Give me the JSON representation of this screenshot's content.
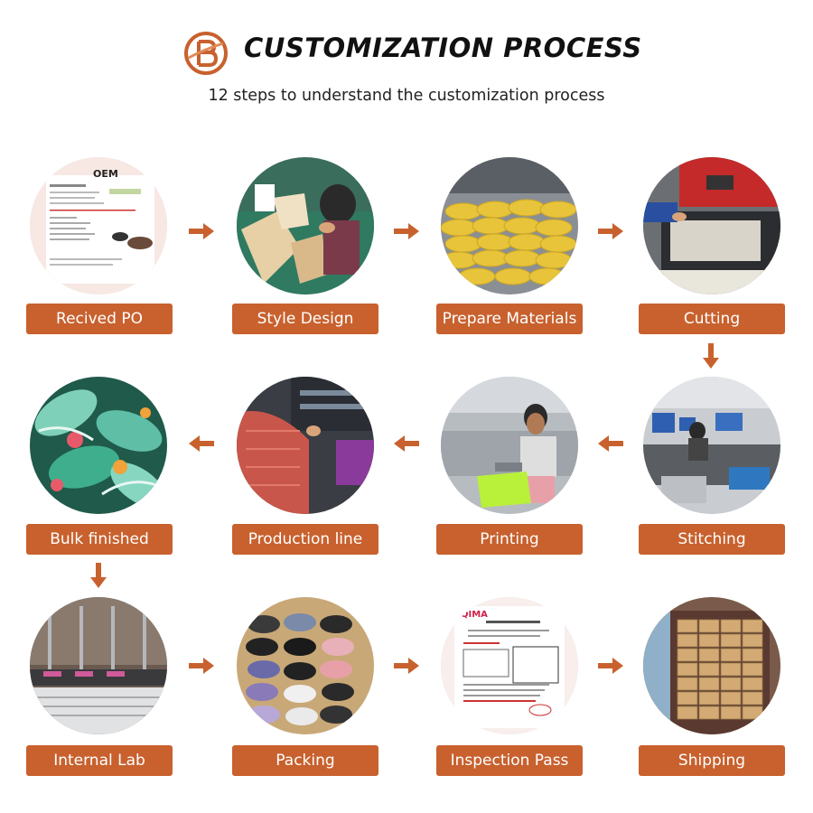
{
  "header": {
    "title": "CUSTOMIZATION PROCESS",
    "subtitle": "12 steps to understand the customization process",
    "logo_icon": "brand-b-logo"
  },
  "colors": {
    "accent": "#c8612e",
    "arrow": "#c8612e"
  },
  "steps": [
    {
      "label": "Recived PO",
      "icon": "purchase-order-document",
      "doc_text": "OEM"
    },
    {
      "label": "Style Design",
      "icon": "designer-cutting-patterns"
    },
    {
      "label": "Prepare Materials",
      "icon": "material-sacks"
    },
    {
      "label": "Cutting",
      "icon": "cutting-machine"
    },
    {
      "label": "Stitching",
      "icon": "stitching-workshop"
    },
    {
      "label": "Printing",
      "icon": "screen-printing-worker"
    },
    {
      "label": "Production line",
      "icon": "production-line-worker"
    },
    {
      "label": "Bulk finished",
      "icon": "finished-flip-flops"
    },
    {
      "label": "Internal Lab",
      "icon": "lab-testing-machine"
    },
    {
      "label": "Packing",
      "icon": "packed-flip-flops"
    },
    {
      "label": "Inspection Pass",
      "icon": "inspection-report",
      "doc_text": "QIMA"
    },
    {
      "label": "Shipping",
      "icon": "shipping-container"
    }
  ]
}
